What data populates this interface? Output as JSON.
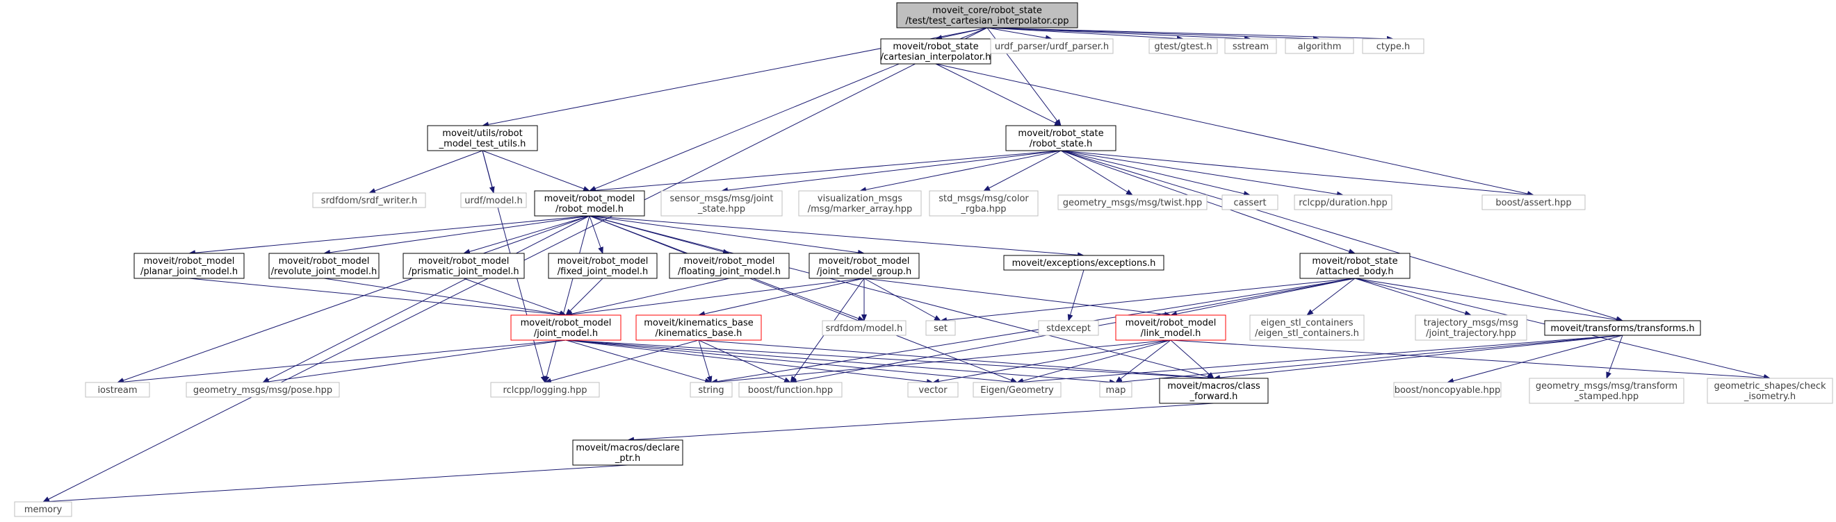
{
  "colors": {
    "edge": "#191970",
    "root_fill": "#bfbfbf",
    "node_border": "#000000",
    "external_border": "#bfbfbf",
    "incomplete_border": "#ff0000",
    "text_main": "#000000",
    "text_external": "#3f3f3f"
  },
  "nodes": [
    {
      "id": "root",
      "lines": [
        "moveit_core/robot_state",
        "/test/test_cartesian_interpolator.cpp"
      ],
      "kind": "root"
    },
    {
      "id": "cart",
      "lines": [
        "moveit/robot_state",
        "/cartesian_interpolator.h"
      ],
      "kind": "normal"
    },
    {
      "id": "urdfparser",
      "lines": [
        "urdf_parser/urdf_parser.h"
      ],
      "kind": "external"
    },
    {
      "id": "gtest",
      "lines": [
        "gtest/gtest.h"
      ],
      "kind": "external"
    },
    {
      "id": "sstream",
      "lines": [
        "sstream"
      ],
      "kind": "external"
    },
    {
      "id": "algorithm",
      "lines": [
        "algorithm"
      ],
      "kind": "external"
    },
    {
      "id": "ctype",
      "lines": [
        "ctype.h"
      ],
      "kind": "external"
    },
    {
      "id": "utils",
      "lines": [
        "moveit/utils/robot",
        "_model_test_utils.h"
      ],
      "kind": "normal"
    },
    {
      "id": "rstate",
      "lines": [
        "moveit/robot_state",
        "/robot_state.h"
      ],
      "kind": "normal"
    },
    {
      "id": "srdfwriter",
      "lines": [
        "srdfdom/srdf_writer.h"
      ],
      "kind": "external"
    },
    {
      "id": "urdfmodel",
      "lines": [
        "urdf/model.h"
      ],
      "kind": "external"
    },
    {
      "id": "rmodel",
      "lines": [
        "moveit/robot_model",
        "/robot_model.h"
      ],
      "kind": "normal"
    },
    {
      "id": "sensor",
      "lines": [
        "sensor_msgs/msg/joint",
        "_state.hpp"
      ],
      "kind": "external"
    },
    {
      "id": "vis",
      "lines": [
        "visualization_msgs",
        "/msg/marker_array.hpp"
      ],
      "kind": "external"
    },
    {
      "id": "color",
      "lines": [
        "std_msgs/msg/color",
        "_rgba.hpp"
      ],
      "kind": "external"
    },
    {
      "id": "twist",
      "lines": [
        "geometry_msgs/msg/twist.hpp"
      ],
      "kind": "external"
    },
    {
      "id": "cassert",
      "lines": [
        "cassert"
      ],
      "kind": "external"
    },
    {
      "id": "duration",
      "lines": [
        "rclcpp/duration.hpp"
      ],
      "kind": "external"
    },
    {
      "id": "bassert",
      "lines": [
        "boost/assert.hpp"
      ],
      "kind": "external"
    },
    {
      "id": "planar",
      "lines": [
        "moveit/robot_model",
        "/planar_joint_model.h"
      ],
      "kind": "normal"
    },
    {
      "id": "revolute",
      "lines": [
        "moveit/robot_model",
        "/revolute_joint_model.h"
      ],
      "kind": "normal"
    },
    {
      "id": "prismatic",
      "lines": [
        "moveit/robot_model",
        "/prismatic_joint_model.h"
      ],
      "kind": "normal"
    },
    {
      "id": "fixed",
      "lines": [
        "moveit/robot_model",
        "/fixed_joint_model.h"
      ],
      "kind": "normal"
    },
    {
      "id": "floating",
      "lines": [
        "moveit/robot_model",
        "/floating_joint_model.h"
      ],
      "kind": "normal"
    },
    {
      "id": "jmg",
      "lines": [
        "moveit/robot_model",
        "/joint_model_group.h"
      ],
      "kind": "normal"
    },
    {
      "id": "exceptions",
      "lines": [
        "moveit/exceptions/exceptions.h"
      ],
      "kind": "normal"
    },
    {
      "id": "attached",
      "lines": [
        "moveit/robot_state",
        "/attached_body.h"
      ],
      "kind": "normal"
    },
    {
      "id": "jmodel",
      "lines": [
        "moveit/robot_model",
        "/joint_model.h"
      ],
      "kind": "incomplete"
    },
    {
      "id": "kin",
      "lines": [
        "moveit/kinematics_base",
        "/kinematics_base.h"
      ],
      "kind": "incomplete"
    },
    {
      "id": "srdfmodel",
      "lines": [
        "srdfdom/model.h"
      ],
      "kind": "external"
    },
    {
      "id": "set",
      "lines": [
        "set"
      ],
      "kind": "external"
    },
    {
      "id": "stdexcept",
      "lines": [
        "stdexcept"
      ],
      "kind": "external"
    },
    {
      "id": "link",
      "lines": [
        "moveit/robot_model",
        "/link_model.h"
      ],
      "kind": "incomplete"
    },
    {
      "id": "eigenstl",
      "lines": [
        "eigen_stl_containers",
        "/eigen_stl_containers.h"
      ],
      "kind": "external"
    },
    {
      "id": "traj",
      "lines": [
        "trajectory_msgs/msg",
        "/joint_trajectory.hpp"
      ],
      "kind": "external"
    },
    {
      "id": "transforms",
      "lines": [
        "moveit/transforms/transforms.h"
      ],
      "kind": "normal"
    },
    {
      "id": "iostream",
      "lines": [
        "iostream"
      ],
      "kind": "external"
    },
    {
      "id": "pose",
      "lines": [
        "geometry_msgs/msg/pose.hpp"
      ],
      "kind": "external"
    },
    {
      "id": "logging",
      "lines": [
        "rclcpp/logging.hpp"
      ],
      "kind": "external"
    },
    {
      "id": "string",
      "lines": [
        "string"
      ],
      "kind": "external"
    },
    {
      "id": "function",
      "lines": [
        "boost/function.hpp"
      ],
      "kind": "external"
    },
    {
      "id": "vector",
      "lines": [
        "vector"
      ],
      "kind": "external"
    },
    {
      "id": "eigengeo",
      "lines": [
        "Eigen/Geometry"
      ],
      "kind": "external"
    },
    {
      "id": "map",
      "lines": [
        "map"
      ],
      "kind": "external"
    },
    {
      "id": "classfwd",
      "lines": [
        "moveit/macros/class",
        "_forward.h"
      ],
      "kind": "normal"
    },
    {
      "id": "noncopy",
      "lines": [
        "boost/noncopyable.hpp"
      ],
      "kind": "external"
    },
    {
      "id": "tfstamped",
      "lines": [
        "geometry_msgs/msg/transform",
        "_stamped.hpp"
      ],
      "kind": "external"
    },
    {
      "id": "checkiso",
      "lines": [
        "geometric_shapes/check",
        "_isometry.h"
      ],
      "kind": "external"
    },
    {
      "id": "declptr",
      "lines": [
        "moveit/macros/declare",
        "_ptr.h"
      ],
      "kind": "normal"
    },
    {
      "id": "memory",
      "lines": [
        "memory"
      ],
      "kind": "external"
    }
  ],
  "edges": [
    [
      "root",
      "cart"
    ],
    [
      "root",
      "urdfparser"
    ],
    [
      "root",
      "gtest"
    ],
    [
      "root",
      "sstream"
    ],
    [
      "root",
      "algorithm"
    ],
    [
      "root",
      "ctype"
    ],
    [
      "root",
      "utils"
    ],
    [
      "root",
      "rstate"
    ],
    [
      "root",
      "rmodel"
    ],
    [
      "root",
      "memory"
    ],
    [
      "cart",
      "rstate"
    ],
    [
      "cart",
      "bassert"
    ],
    [
      "utils",
      "rmodel"
    ],
    [
      "utils",
      "srdfwriter"
    ],
    [
      "utils",
      "urdfmodel"
    ],
    [
      "utils",
      "logging"
    ],
    [
      "rstate",
      "rmodel"
    ],
    [
      "rstate",
      "sensor"
    ],
    [
      "rstate",
      "vis"
    ],
    [
      "rstate",
      "color"
    ],
    [
      "rstate",
      "twist"
    ],
    [
      "rstate",
      "cassert"
    ],
    [
      "rstate",
      "duration"
    ],
    [
      "rstate",
      "bassert"
    ],
    [
      "rstate",
      "attached"
    ],
    [
      "rstate",
      "transforms"
    ],
    [
      "rmodel",
      "planar"
    ],
    [
      "rmodel",
      "revolute"
    ],
    [
      "rmodel",
      "prismatic"
    ],
    [
      "rmodel",
      "fixed"
    ],
    [
      "rmodel",
      "floating"
    ],
    [
      "rmodel",
      "jmg"
    ],
    [
      "rmodel",
      "exceptions"
    ],
    [
      "rmodel",
      "srdfmodel"
    ],
    [
      "rmodel",
      "iostream"
    ],
    [
      "rmodel",
      "pose"
    ],
    [
      "rmodel",
      "logging"
    ],
    [
      "rmodel",
      "eigengeo"
    ],
    [
      "rmodel",
      "classfwd"
    ],
    [
      "planar",
      "jmodel"
    ],
    [
      "revolute",
      "jmodel"
    ],
    [
      "prismatic",
      "jmodel"
    ],
    [
      "fixed",
      "jmodel"
    ],
    [
      "floating",
      "jmodel"
    ],
    [
      "jmg",
      "jmodel"
    ],
    [
      "jmg",
      "kin"
    ],
    [
      "jmg",
      "srdfmodel"
    ],
    [
      "jmg",
      "set"
    ],
    [
      "jmg",
      "function"
    ],
    [
      "jmg",
      "link"
    ],
    [
      "exceptions",
      "stdexcept"
    ],
    [
      "attached",
      "link"
    ],
    [
      "attached",
      "eigenstl"
    ],
    [
      "attached",
      "traj"
    ],
    [
      "attached",
      "transforms"
    ],
    [
      "attached",
      "set"
    ],
    [
      "attached",
      "function"
    ],
    [
      "attached",
      "checkiso"
    ],
    [
      "attached",
      "string"
    ],
    [
      "jmodel",
      "iostream"
    ],
    [
      "jmodel",
      "pose"
    ],
    [
      "jmodel",
      "string"
    ],
    [
      "jmodel",
      "vector"
    ],
    [
      "jmodel",
      "eigengeo"
    ],
    [
      "jmodel",
      "map"
    ],
    [
      "jmodel",
      "classfwd"
    ],
    [
      "kin",
      "logging"
    ],
    [
      "kin",
      "string"
    ],
    [
      "kin",
      "function"
    ],
    [
      "kin",
      "classfwd"
    ],
    [
      "link",
      "vector"
    ],
    [
      "link",
      "eigengeo"
    ],
    [
      "link",
      "map"
    ],
    [
      "link",
      "classfwd"
    ],
    [
      "link",
      "string"
    ],
    [
      "link",
      "checkiso"
    ],
    [
      "transforms",
      "eigengeo"
    ],
    [
      "transforms",
      "map"
    ],
    [
      "transforms",
      "classfwd"
    ],
    [
      "transforms",
      "noncopy"
    ],
    [
      "transforms",
      "tfstamped"
    ],
    [
      "classfwd",
      "declptr"
    ],
    [
      "declptr",
      "memory"
    ]
  ]
}
